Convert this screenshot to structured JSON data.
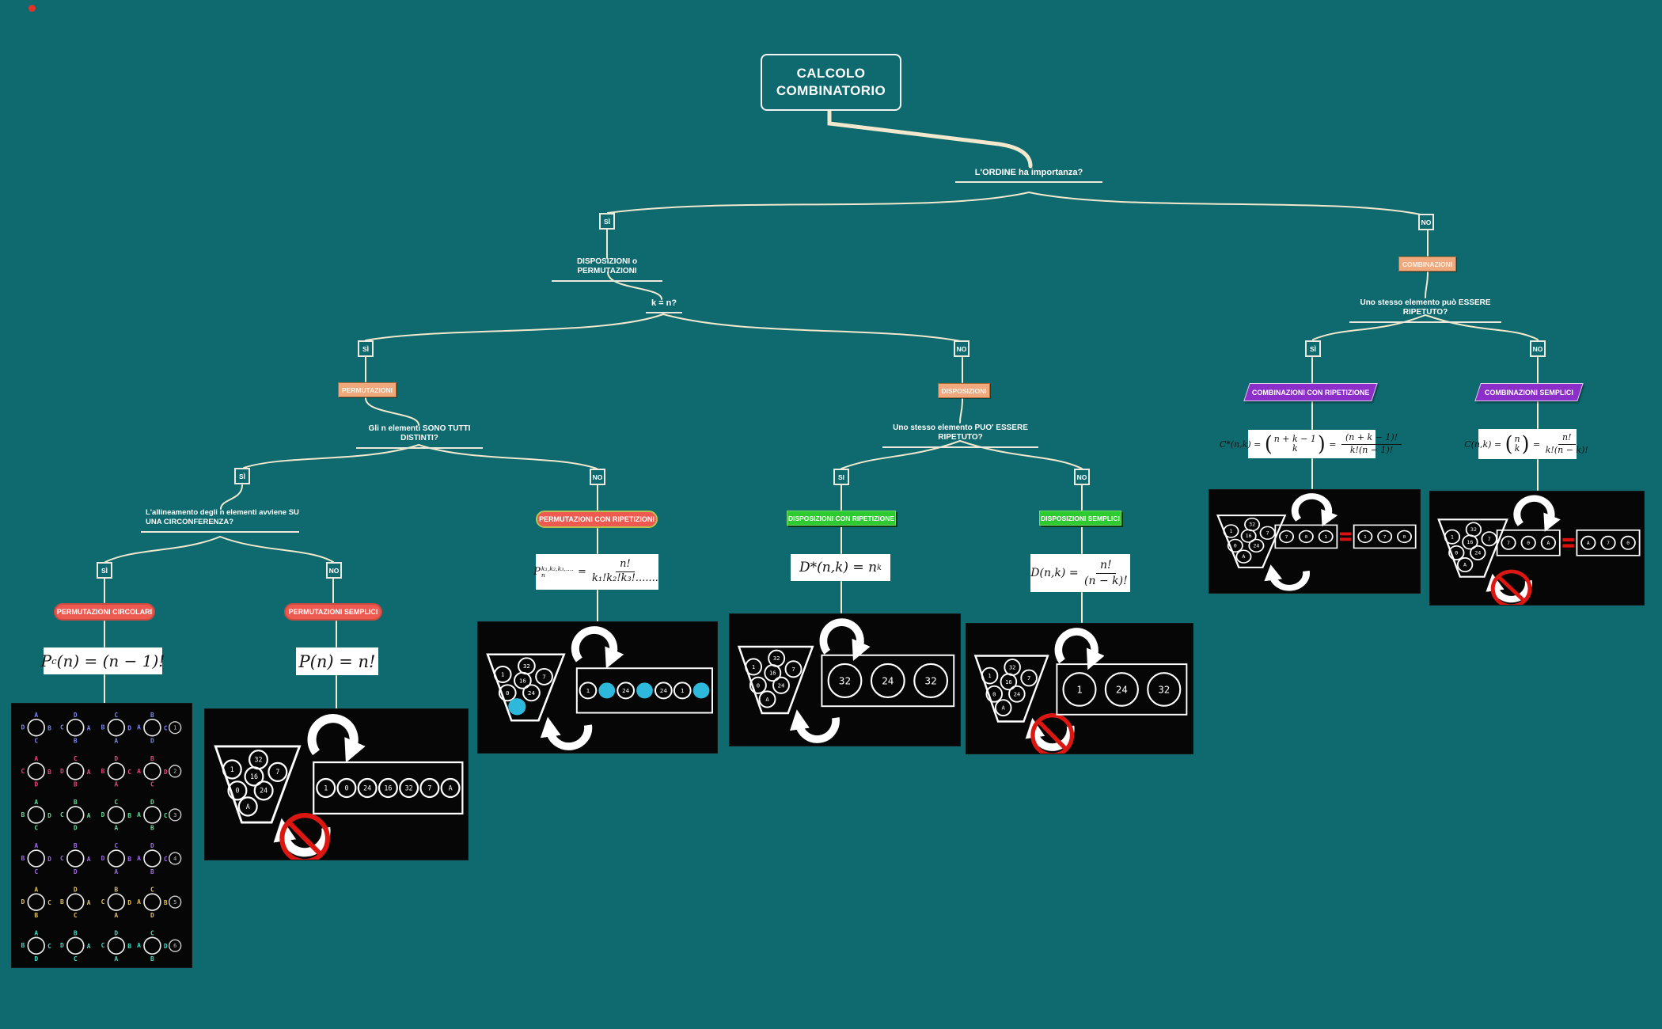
{
  "title": {
    "line1": "CALCOLO",
    "line2": "COMBINATORIO"
  },
  "nodes": {
    "q_order": "L'ORDINE ha importanza?",
    "yes1": "SÌ",
    "no1": "NO",
    "disp_o_perm": "DISPOSIZIONI o PERMUTAZIONI",
    "q_kn": "k = n?",
    "yes2": "SÌ",
    "no2": "NO",
    "tag_permutazioni": "PERMUTAZIONI",
    "q_distinti": "Gli n elementi SONO TUTTI DISTINTI?",
    "yes3": "SÌ",
    "no3": "NO",
    "q_circonferenza": "L'allineamento degli n elementi avviene SU UNA CIRCONFERENZA?",
    "yes4": "SÌ",
    "no4": "NO",
    "pill_circolari": "PERMUTAZIONI CIRCOLARI",
    "pill_perm_semplici": "PERMUTAZIONI SEMPLICI",
    "pill_perm_ripetizioni": "PERMUTAZIONI CON RIPETIZIONI",
    "tag_disposizioni": "DISPOSIZIONI",
    "q_ripetuto_disp": "Uno stesso elemento PUO' ESSERE RIPETUTO?",
    "yes5": "SI",
    "no5": "NO",
    "green_disp_rip": "DISPOSIZIONI CON RIPETIZIONE",
    "green_disp_sem": "DISPOSIZIONI SEMPLICI",
    "tag_combinazioni": "COMBINAZIONI",
    "q_ripetuto_comb": "Uno stesso elemento può ESSERE RIPETUTO?",
    "yes6": "SÌ",
    "no6": "NO",
    "purple_comb_rip": "COMBINAZIONI CON RIPETIZIONE",
    "purple_comb_sem": "COMBINAZIONI SEMPLICI"
  },
  "formulas": {
    "perm_circolari": [
      {
        "t": "P"
      },
      {
        "sub": "c"
      },
      {
        "t": "(n) = (n − 1)!"
      }
    ],
    "perm_semplici": [
      {
        "t": "P(n) = n!"
      }
    ],
    "perm_ripetizioni": [
      {
        "t": "P"
      },
      {
        "stack": {
          "sup": "k₁,k₂,k₃,....",
          "sub": "n"
        }
      },
      {
        "t": " = "
      },
      {
        "frac": {
          "num": "n!",
          "den": "k₁!k₂!k₃!......."
        }
      }
    ],
    "disp_ripetizione": [
      {
        "t": "D*(n,k) = n"
      },
      {
        "sup": "k"
      }
    ],
    "disp_semplici": [
      {
        "t": "D(n,k) = "
      },
      {
        "frac": {
          "num": "n!",
          "den": "(n − k)!"
        }
      }
    ],
    "comb_ripetizione": [
      {
        "t": "C*(n,k) = "
      },
      {
        "binom": {
          "top": "n + k − 1",
          "bot": "k"
        }
      },
      {
        "t": " = "
      },
      {
        "frac": {
          "num": "(n + k − 1)!",
          "den": "k!(n − 1)!"
        }
      }
    ],
    "comb_semplici": [
      {
        "t": "C(n,k) = "
      },
      {
        "binom": {
          "top": "n",
          "bot": "k"
        }
      },
      {
        "t": " = "
      },
      {
        "frac": {
          "num": "n!",
          "den": "k!(n − k)!"
        }
      }
    ]
  },
  "colors": {
    "background": "#0e6a6e",
    "connector": "#f1e8cd",
    "orange_tag": "#f0a87d",
    "red_pill": "#ee5a50",
    "green_tag": "#2ecb30",
    "purple_tag": "#8c2fc9",
    "cyan_ball": "#2db8dc",
    "prohibition_red": "#dc1712",
    "equals_red": "#e01010"
  },
  "funnel_balls": [
    "32",
    "1",
    "16",
    "7",
    "0",
    "24",
    "A"
  ],
  "panels": {
    "perm_semplici": {
      "bottom_prohibited": true,
      "cyan_in_funnel": false,
      "slot_row": {
        "type": "small",
        "slots": [
          {
            "t": "1"
          },
          {
            "t": "0"
          },
          {
            "t": "24"
          },
          {
            "t": "16"
          },
          {
            "t": "32"
          },
          {
            "t": "7"
          },
          {
            "t": "A"
          }
        ]
      }
    },
    "perm_ripetizioni": {
      "bottom_prohibited": false,
      "cyan_in_funnel": true,
      "slot_row": {
        "type": "small",
        "slots": [
          {
            "t": "1"
          },
          {
            "cyan": true
          },
          {
            "t": "24"
          },
          {
            "cyan": true
          },
          {
            "t": "24"
          },
          {
            "t": "1"
          },
          {
            "cyan": true
          }
        ]
      }
    },
    "disp_ripetizione": {
      "bottom_prohibited": false,
      "cyan_in_funnel": false,
      "slot_row": {
        "type": "big",
        "slots": [
          {
            "t": "32"
          },
          {
            "t": "24"
          },
          {
            "t": "32"
          }
        ]
      }
    },
    "disp_semplici": {
      "bottom_prohibited": true,
      "cyan_in_funnel": false,
      "slot_row": {
        "type": "big",
        "slots": [
          {
            "t": "1"
          },
          {
            "t": "24"
          },
          {
            "t": "32"
          }
        ]
      }
    },
    "comb_ripetizione": {
      "bottom_prohibited": false,
      "cyan_in_funnel": false,
      "equal_boxes": [
        [
          "7",
          "0",
          "1"
        ],
        [
          "1",
          "7",
          "0"
        ]
      ]
    },
    "comb_semplici": {
      "bottom_prohibited": true,
      "cyan_in_funnel": false,
      "equal_boxes": [
        [
          "7",
          "0",
          "A"
        ],
        [
          "A",
          "7",
          "0"
        ]
      ]
    }
  },
  "circular_panel": {
    "rows": [
      {
        "color": "#7b86f0",
        "badge": "1",
        "circles": [
          [
            "A",
            "D",
            "B",
            "C"
          ],
          [
            "D",
            "C",
            "A",
            "B"
          ],
          [
            "C",
            "B",
            "D",
            "A"
          ],
          [
            "B",
            "A",
            "C",
            "D"
          ]
        ]
      },
      {
        "color": "#e8447f",
        "badge": "2",
        "circles": [
          [
            "A",
            "C",
            "B",
            "D"
          ],
          [
            "C",
            "D",
            "A",
            "B"
          ],
          [
            "D",
            "B",
            "C",
            "A"
          ],
          [
            "B",
            "A",
            "D",
            "C"
          ]
        ]
      },
      {
        "color": "#67d89a",
        "badge": "3",
        "circles": [
          [
            "A",
            "B",
            "D",
            "C"
          ],
          [
            "B",
            "C",
            "A",
            "D"
          ],
          [
            "C",
            "D",
            "B",
            "A"
          ],
          [
            "D",
            "A",
            "C",
            "B"
          ]
        ]
      },
      {
        "color": "#a06ae8",
        "badge": "4",
        "circles": [
          [
            "A",
            "B",
            "D",
            "C"
          ],
          [
            "B",
            "C",
            "A",
            "D"
          ],
          [
            "C",
            "D",
            "B",
            "A"
          ],
          [
            "D",
            "A",
            "C",
            "B"
          ]
        ]
      },
      {
        "color": "#e0c060",
        "badge": "5",
        "circles": [
          [
            "A",
            "D",
            "C",
            "B"
          ],
          [
            "D",
            "B",
            "A",
            "C"
          ],
          [
            "B",
            "C",
            "D",
            "A"
          ],
          [
            "C",
            "A",
            "B",
            "D"
          ]
        ]
      },
      {
        "color": "#45d8c0",
        "badge": "6",
        "circles": [
          [
            "A",
            "B",
            "C",
            "D"
          ],
          [
            "B",
            "D",
            "A",
            "C"
          ],
          [
            "D",
            "C",
            "B",
            "A"
          ],
          [
            "C",
            "A",
            "D",
            "B"
          ]
        ]
      }
    ]
  }
}
